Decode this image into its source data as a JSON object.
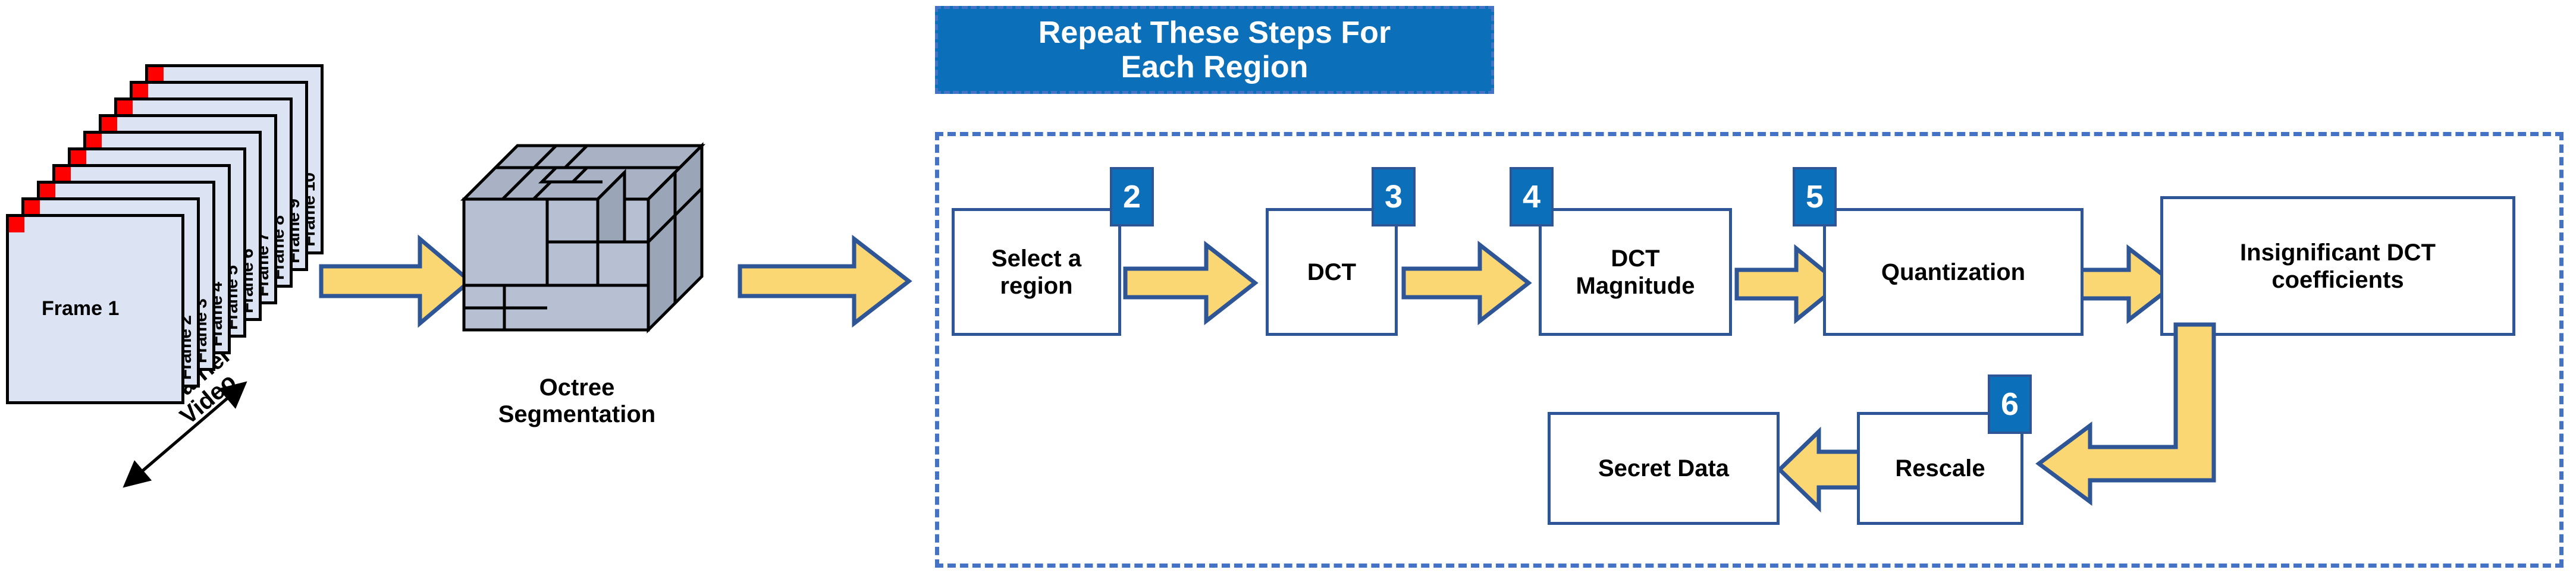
{
  "colors": {
    "banner_blue": "#0C6FBA",
    "badge_blue": "#0C6FBA",
    "box_border": "#2E5596",
    "dashed_border": "#4472C4",
    "arrow_fill": "#FBD774",
    "arrow_stroke": "#2E5596",
    "frame_fill": "#DCE3F2",
    "frame_stroke": "#000000",
    "marker_red": "#FF0000",
    "cube_front": "#B7C0D2",
    "cube_top": "#A9B2C4",
    "cube_side": "#9BA5B8"
  },
  "carrier": {
    "frame_first_label": "Frame 1",
    "frame_labels": [
      "Frame 2",
      "Frame 3",
      "Frame 4",
      "Frame 5",
      "Frame 6",
      "Frame 7",
      "Frame 8",
      "Frame 9",
      "Frame 10"
    ],
    "axis_label": "Carrier\nVideo",
    "axis_label_line1": "Carrier",
    "axis_label_line2": "Video"
  },
  "octree": {
    "caption_line1": "Octree",
    "caption_line2": "Segmentation"
  },
  "repeat": {
    "banner_line1": "Repeat These Steps For",
    "banner_line2": "Each Region"
  },
  "steps": [
    {
      "number": "2",
      "label": "Select a\nregion",
      "line1": "Select a",
      "line2": "region"
    },
    {
      "number": "3",
      "label": "DCT",
      "line1": "DCT",
      "line2": ""
    },
    {
      "number": "4",
      "label": "DCT\nMagnitude",
      "line1": "DCT",
      "line2": "Magnitude"
    },
    {
      "number": "5",
      "label": "Quantization",
      "line1": "Quantization",
      "line2": ""
    },
    {
      "number": "",
      "label": "Insignificant DCT\ncoefficients",
      "line1": "Insignificant DCT",
      "line2": "coefficients"
    },
    {
      "number": "6",
      "label": "Rescale",
      "line1": "Rescale",
      "line2": ""
    },
    {
      "number": "",
      "label": "Secret Data",
      "line1": "Secret Data",
      "line2": ""
    }
  ],
  "icons": {
    "flow_arrow": "right-arrow-icon",
    "back_arrow": "left-arrow-icon",
    "elbow_arrow": "elbow-arrow-icon",
    "axis_arrow": "double-headed-arrow-icon"
  }
}
